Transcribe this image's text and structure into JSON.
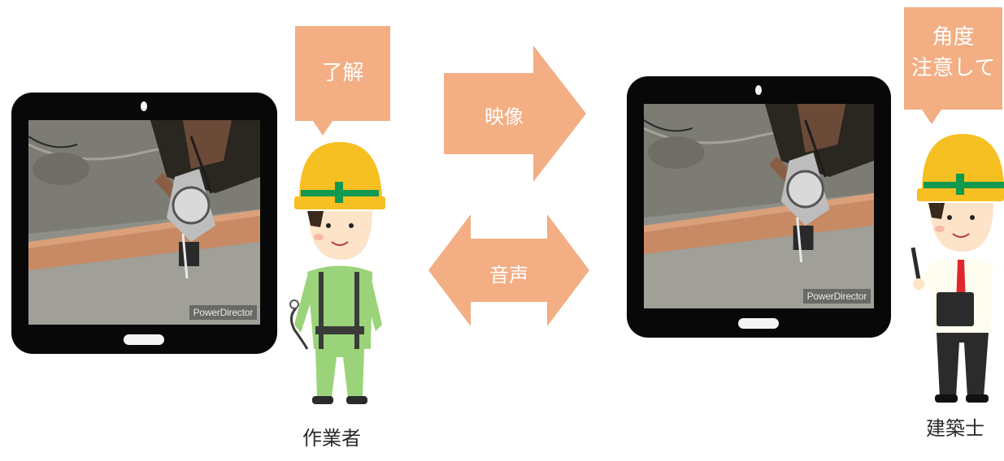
{
  "left": {
    "bubble_text": "了解",
    "role_label": "作業者",
    "watermark": "PowerDirector"
  },
  "arrows": {
    "top_label": "映像",
    "bottom_label": "音声"
  },
  "right": {
    "bubble_line1": "角度",
    "bubble_line2": "注意して",
    "role_label": "建築士",
    "watermark": "PowerDirector"
  },
  "colors": {
    "arrow": "#f3ae84",
    "bubble": "#f3ae84",
    "helmet": "#f6bf22",
    "helmet_band": "#10994f",
    "worker_suit": "#9bd37a",
    "tablet": "#080808"
  }
}
